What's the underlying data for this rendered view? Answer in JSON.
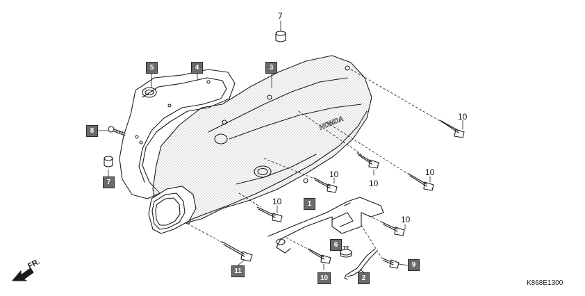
{
  "diagram": {
    "code": "K868E1300",
    "direction_label": "FR.",
    "brand_text": "HONDA",
    "callouts": [
      {
        "id": "c1",
        "text": "1",
        "boxed": true
      },
      {
        "id": "c2",
        "text": "2",
        "boxed": true
      },
      {
        "id": "c3",
        "text": "3",
        "boxed": true
      },
      {
        "id": "c4",
        "text": "4",
        "boxed": true
      },
      {
        "id": "c5",
        "text": "5",
        "boxed": true
      },
      {
        "id": "c6",
        "text": "6",
        "boxed": true
      },
      {
        "id": "c7a",
        "text": "7",
        "boxed": false
      },
      {
        "id": "c7b",
        "text": "7",
        "boxed": true
      },
      {
        "id": "c8",
        "text": "8",
        "boxed": true
      },
      {
        "id": "c9",
        "text": "9",
        "boxed": true
      },
      {
        "id": "c10a",
        "text": "10",
        "boxed": false
      },
      {
        "id": "c10b",
        "text": "10",
        "boxed": false
      },
      {
        "id": "c10c",
        "text": "10",
        "boxed": false
      },
      {
        "id": "c10d",
        "text": "10",
        "boxed": false
      },
      {
        "id": "c10e",
        "text": "10",
        "boxed": false
      },
      {
        "id": "c10f",
        "text": "10",
        "boxed": false
      },
      {
        "id": "c10g",
        "text": "10",
        "boxed": true
      },
      {
        "id": "c11",
        "text": "11",
        "boxed": true
      }
    ]
  },
  "colors": {
    "line": "#1a1a1a",
    "label_fill": "#6b6b6b",
    "stipple": "#bdbdbd"
  }
}
